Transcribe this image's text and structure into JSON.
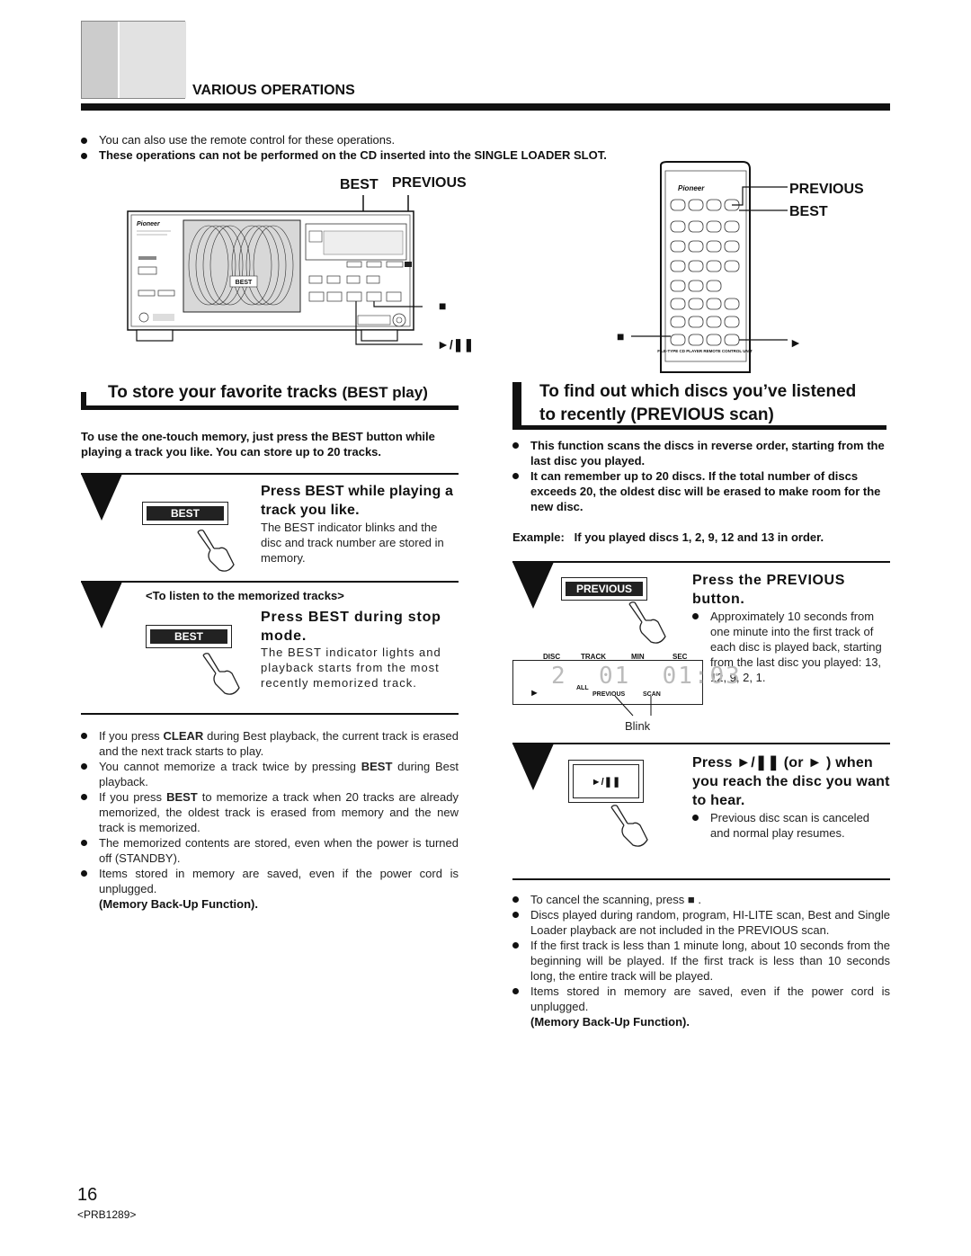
{
  "header": {
    "section_title": "VARIOUS OPERATIONS"
  },
  "intro": {
    "line1": "You can also use the remote control for these operations.",
    "line2": "These operations can not be performed on the CD inserted into the SINGLE LOADER SLOT."
  },
  "figure": {
    "best_label": "BEST",
    "previous_label": "PREVIOUS",
    "stop_symbol": "■",
    "playpause_symbol": "►/❚❚",
    "play_symbol": "►",
    "remote_previous": "PREVIOUS",
    "remote_best": "BEST",
    "player_brand": "Pioneer",
    "remote_brand": "Pioneer",
    "remote_caption": "FILE-TYPE CD PLAYER REMOTE CONTROL UNIT",
    "player_best_tag": "BEST"
  },
  "left": {
    "title_main": "To store your favorite tracks",
    "title_paren": "(BEST play)",
    "intro": "To use the one-touch memory, just press the BEST button while playing a track you like. You can store up to 20 tracks.",
    "step1": {
      "button": "BEST",
      "title": "Press BEST while playing a track you like.",
      "body": "The BEST indicator blinks and the disc and track number are stored in memory."
    },
    "listen_heading": "<To listen to the memorized tracks>",
    "step2": {
      "button": "BEST",
      "title": "Press BEST during stop mode.",
      "body": "The BEST indicator lights and playback starts from the most recently memorized track."
    },
    "notes": [
      {
        "pre": "If you press ",
        "bold": "CLEAR",
        "post": " during Best playback, the current track is erased and the next track starts to play."
      },
      {
        "pre": "You cannot memorize a track twice by pressing ",
        "bold": "BEST",
        "post": " during Best playback."
      },
      {
        "pre": "If you press ",
        "bold": "BEST",
        "post": " to memorize a track when 20 tracks are already memorized, the oldest track is erased from memory and the new track is memorized."
      },
      {
        "pre": "The memorized contents are stored, even when the power is turned off (STANDBY).",
        "bold": "",
        "post": ""
      },
      {
        "pre": "Items stored in memory are saved, even if the power cord is unplugged.",
        "bold": "",
        "post": ""
      }
    ],
    "memory_note": "(Memory Back-Up Function)."
  },
  "right": {
    "title_line1": "To find out which discs you’ve listened",
    "title_line2": "to recently (PREVIOUS scan)",
    "bullets": [
      "This function scans the discs in reverse order, starting from the last disc you played.",
      "It can remember up to 20 discs. If the total number of discs exceeds 20, the oldest disc will be erased to make room for the new disc."
    ],
    "example": "Example:   If you played discs 1, 2, 9, 12 and 13 in order.",
    "step1": {
      "button": "PREVIOUS",
      "title": "Press the PREVIOUS button.",
      "body": "Approximately 10 seconds from one minute into the first track of each disc is played back, starting from the last disc you played: 13, 12, 9, 2, 1."
    },
    "display": {
      "label_disc": "DISC",
      "label_track": "TRACK",
      "label_min": "MIN",
      "label_sec": "SEC",
      "readout": "2  01  01:03",
      "play": "►",
      "all": "ALL",
      "previous": "PREVIOUS",
      "scan": "SCAN",
      "blink": "Blink"
    },
    "step2": {
      "button": "►/❚❚",
      "title": "Press ►/❚❚ (or ► ) when you reach the disc you want to hear.",
      "body": "Previous disc scan is canceled and normal play resumes."
    },
    "notes": [
      "To cancel the scanning, press ■ .",
      "Discs played during random, program, HI-LITE scan, Best and Single Loader playback are not included in the PREVIOUS scan.",
      "If the first track is less than 1 minute long, about 10 seconds from the beginning will be played. If the first track is less than 10 seconds long, the entire track will be played.",
      "Items stored in memory are saved, even if the power cord is unplugged."
    ],
    "memory_note": "(Memory Back-Up Function)."
  },
  "footer": {
    "page_number": "16",
    "code": "<PRB1289>"
  }
}
